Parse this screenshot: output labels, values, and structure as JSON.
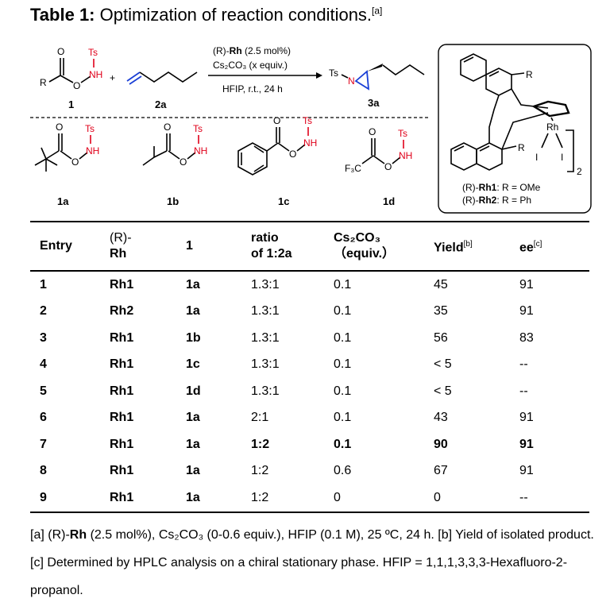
{
  "title": {
    "label": "Table 1:",
    "text": "Optimization of reaction conditions.",
    "mark": "[a]"
  },
  "scheme": {
    "reagent_line1_prefix": "(R)-",
    "reagent_line1_bold": "Rh",
    "reagent_line1_suffix": " (2.5 mol%)",
    "reagent_line2": "Cs₂CO₃ (x equiv.)",
    "conditions": "HFIP, r.t., 24 h",
    "plus": "+",
    "atoms": {
      "ts": "Ts",
      "nh": "NH",
      "o": "O",
      "r": "R",
      "n": "N",
      "rh": "Rh",
      "i": "I",
      "f3c": "F₃C",
      "two": "2"
    },
    "labels": {
      "sub1": "1",
      "sub2a": "2a",
      "prod3a": "3a",
      "s1a": "1a",
      "s1b": "1b",
      "s1c": "1c",
      "s1d": "1d"
    },
    "catalyst_caption_1_prefix": "(R)-",
    "catalyst_caption_1_bold": "Rh1",
    "catalyst_caption_1_suffix": ": R = OMe",
    "catalyst_caption_2_prefix": "(R)-",
    "catalyst_caption_2_bold": "Rh2",
    "catalyst_caption_2_suffix": ": R = Ph"
  },
  "table": {
    "headers": {
      "entry": "Entry",
      "rh_line1": "(R)-",
      "rh_line2": "Rh",
      "one": "1",
      "ratio_line1": "ratio",
      "ratio_line2": "of 1:2a",
      "cs_line1": "Cs₂CO₃",
      "cs_line2": "（equiv.）",
      "yield": "Yield",
      "yield_mark": "[b]",
      "ee": "ee",
      "ee_mark": "[c]"
    },
    "rows": [
      {
        "entry": "1",
        "rh": "Rh1",
        "sub": "1a",
        "ratio": "1.3:1",
        "cs": "0.1",
        "yield": "45",
        "ee": "91"
      },
      {
        "entry": "2",
        "rh": "Rh2",
        "sub": "1a",
        "ratio": "1.3:1",
        "cs": "0.1",
        "yield": "35",
        "ee": "91"
      },
      {
        "entry": "3",
        "rh": "Rh1",
        "sub": "1b",
        "ratio": "1.3:1",
        "cs": "0.1",
        "yield": "56",
        "ee": "83"
      },
      {
        "entry": "4",
        "rh": "Rh1",
        "sub": "1c",
        "ratio": "1.3:1",
        "cs": "0.1",
        "yield": "< 5",
        "ee": "--"
      },
      {
        "entry": "5",
        "rh": "Rh1",
        "sub": "1d",
        "ratio": "1.3:1",
        "cs": "0.1",
        "yield": "< 5",
        "ee": "--"
      },
      {
        "entry": "6",
        "rh": "Rh1",
        "sub": "1a",
        "ratio": "2:1",
        "cs": "0.1",
        "yield": "43",
        "ee": "91"
      },
      {
        "entry": "7",
        "rh": "Rh1",
        "sub": "1a",
        "ratio": "1:2",
        "cs": "0.1",
        "yield": "90",
        "ee": "91"
      },
      {
        "entry": "8",
        "rh": "Rh1",
        "sub": "1a",
        "ratio": "1:2",
        "cs": "0.6",
        "yield": "67",
        "ee": "91"
      },
      {
        "entry": "9",
        "rh": "Rh1",
        "sub": "1a",
        "ratio": "1:2",
        "cs": "0",
        "yield": "0",
        "ee": "--"
      }
    ]
  },
  "footnotes": {
    "a_mark": "[a]",
    "a_rh_prefix": "(R)-",
    "a_rh_bold": "Rh",
    "a_text": " (2.5 mol%), Cs₂CO₃ (0-0.6 equiv.), HFIP (0.1 M), 25 ºC, 24 h.",
    "b_mark": "[b]",
    "b_text": " Yield of isolated product.",
    "c_mark": "[c]",
    "c_text": " Determined by HPLC analysis on a chiral stationary phase. HFIP = 1,1,1,3,3,3-Hexafluoro-2-propanol."
  }
}
